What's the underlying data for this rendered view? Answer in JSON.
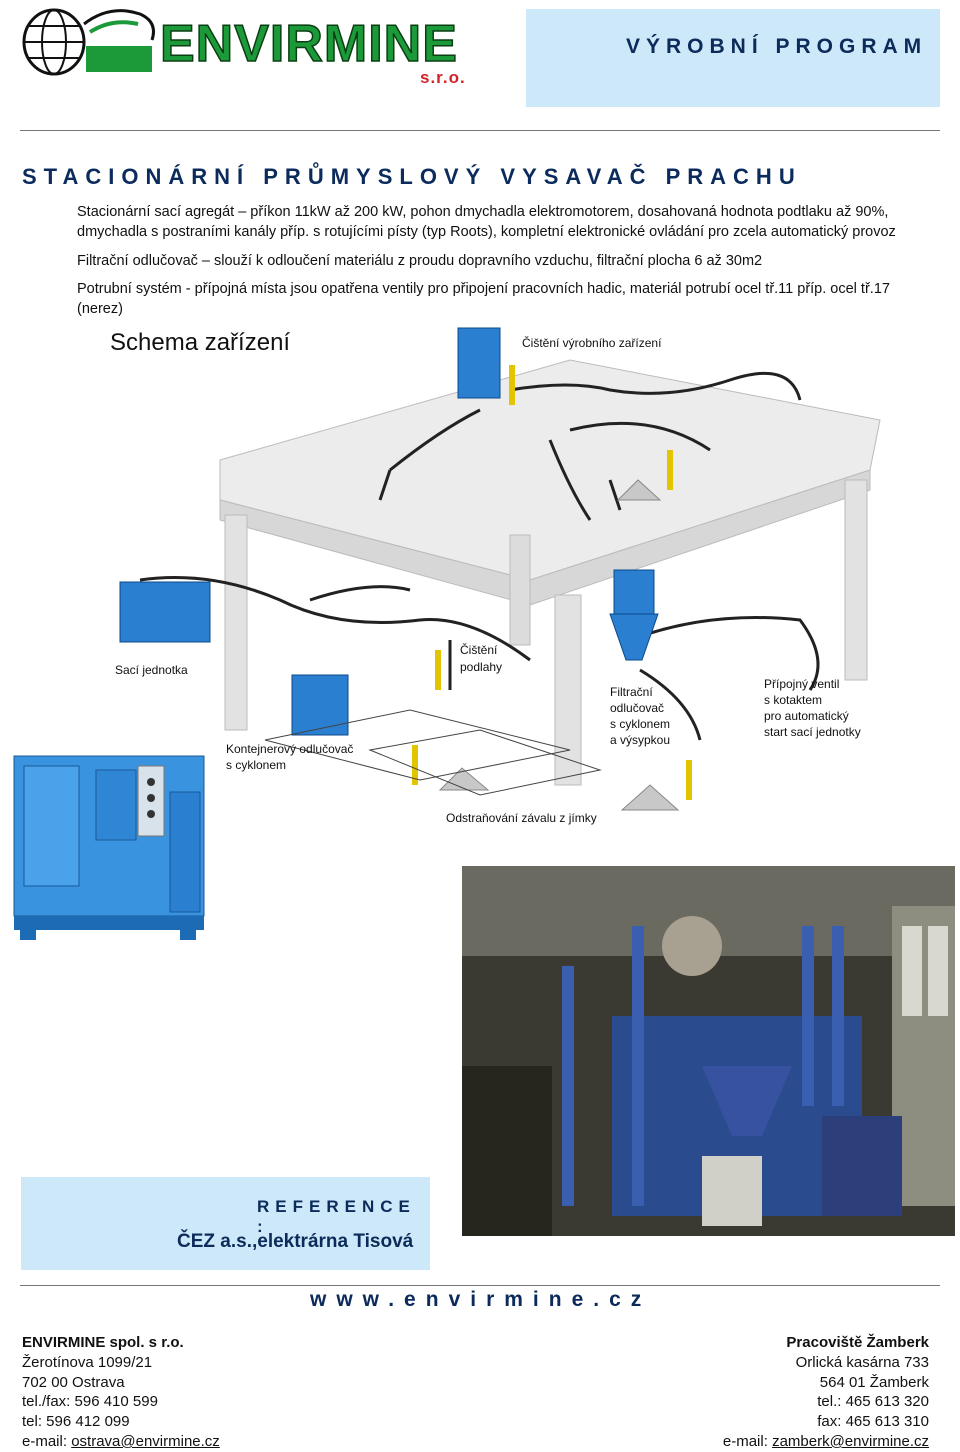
{
  "header": {
    "logo_text": "ENVIRMINE",
    "logo_sro": "s.r.o.",
    "program_label": "VÝROBNÍ PROGRAM"
  },
  "title": "STACIONÁRNÍ PRŮMYSLOVÝ VYSAVAČ PRACHU",
  "paragraphs": [
    "Stacionární sací agregát – příkon 11kW až 200 kW, pohon dmychadla elektromotorem, dosahovaná hodnota podtlaku až 90%, dmychadla s postraními kanály příp. s rotujícími písty (typ Roots), kompletní elektronické ovládání pro zcela automatický provoz",
    "Filtrační odlučovač – slouží k odloučení materiálu z proudu dopravního vzduchu, filtrační plocha 6 až 30m2",
    "Potrubní systém - přípojná místa jsou opatřena ventily pro připojení pracovních hadic, materiál potrubí ocel tř.11 příp. ocel tř.17 (nerez)"
  ],
  "schema": {
    "title": "Schema zařízení",
    "labels": {
      "cleaning_equipment": "Čištění výrobního zařízení",
      "suction_unit": "Sací jednotka",
      "floor_cleaning_1": "Čištění",
      "floor_cleaning_2": "podlahy",
      "filter_1": "Filtrační",
      "filter_2": "odlučovač",
      "filter_3": "s cyklonem",
      "filter_4": "a výsypkou",
      "valve_1": "Přípojný ventil",
      "valve_2": "s kotaktem",
      "valve_3": "pro automatický",
      "valve_4": "start sací jednotky",
      "container_1": "Kontejnerový odlučovač",
      "container_2": "s cyklonem",
      "removal": "Odstraňování závalu z jímky"
    }
  },
  "reference": {
    "label": "REFERENCE :",
    "value": "ČEZ a.s.,elektrárna Tisová"
  },
  "website": "www.envirmine.cz",
  "footer_left": {
    "company": "ENVIRMINE spol. s r.o.",
    "street": "Žerotínova 1099/21",
    "city": "702 00  Ostrava",
    "telfax": "tel./fax: 596 410 599",
    "tel": "tel: 596 412 099",
    "email_label": "e-mail: ",
    "email": "ostrava@envirmine.cz"
  },
  "footer_right": {
    "workplace": "Pracoviště Žamberk",
    "street": "Orlická kasárna 733",
    "city": "564 01 Žamberk",
    "tel": "tel.: 465 613 320",
    "fax": "fax: 465 613 310",
    "email_label": "e-mail: ",
    "email": "zamberk@envirmine.cz"
  },
  "colors": {
    "brand_green": "#1c9a3a",
    "brand_red": "#d2232a",
    "navy": "#0c2a5a",
    "light_blue_box": "#cde9f9",
    "machine_blue": "#2a7fd0"
  }
}
